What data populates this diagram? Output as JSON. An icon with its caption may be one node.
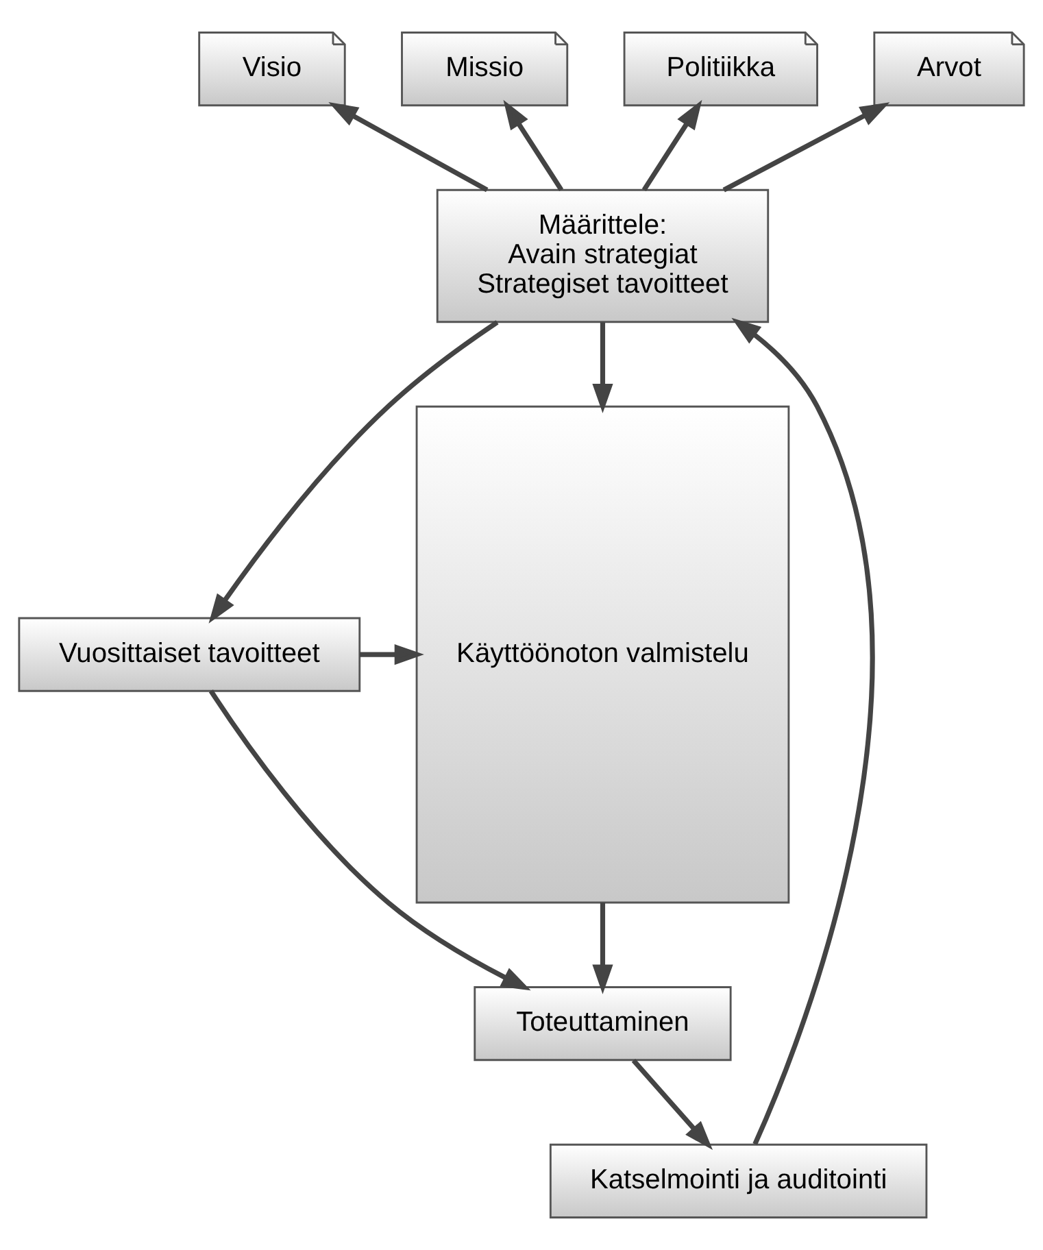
{
  "diagram": {
    "nodes": [
      {
        "text": [
          "Visio"
        ]
      },
      {
        "text": [
          "Missio"
        ]
      },
      {
        "text": [
          "Politiikka"
        ]
      },
      {
        "text": [
          "Arvot"
        ]
      },
      {
        "text": [
          "Määrittele:",
          "Avain strategiat",
          "Strategiset tavoitteet"
        ]
      },
      {
        "text": [
          "Käyttöönoton valmistelu"
        ]
      },
      {
        "text": [
          "Vuosittaiset tavoitteet"
        ]
      },
      {
        "text": [
          "Toteuttaminen"
        ]
      },
      {
        "text": [
          "Katselmointi ja auditointi"
        ]
      }
    ],
    "edges": [
      {
        "from": 4,
        "to": 0,
        "arrow": "to"
      },
      {
        "from": 4,
        "to": 1,
        "arrow": "to"
      },
      {
        "from": 4,
        "to": 2,
        "arrow": "to"
      },
      {
        "from": 4,
        "to": 3,
        "arrow": "to"
      },
      {
        "from": 4,
        "to": 5,
        "arrow": "to"
      },
      {
        "from": 4,
        "to": 6,
        "arrow": "to"
      },
      {
        "from": 6,
        "to": 5,
        "arrow": "to"
      },
      {
        "from": 5,
        "to": 7,
        "arrow": "to"
      },
      {
        "from": 6,
        "to": 7,
        "arrow": "to"
      },
      {
        "from": 7,
        "to": 8,
        "arrow": "to"
      },
      {
        "from": 8,
        "to": 4,
        "arrow": "to"
      }
    ]
  }
}
